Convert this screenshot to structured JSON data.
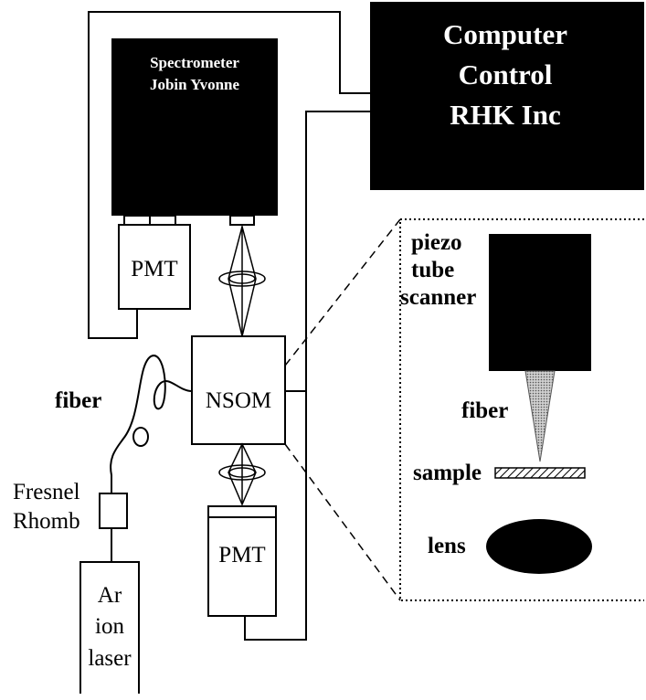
{
  "spectrometer": {
    "line1": "Spectrometer",
    "line2": "Jobin Yvonne"
  },
  "computer": {
    "line1": "Computer",
    "line2": "Control",
    "line3": "RHK Inc"
  },
  "pmt_top": {
    "label": "PMT"
  },
  "pmt_bottom": {
    "label": "PMT"
  },
  "nsom": {
    "label": "NSOM"
  },
  "fiber_left": {
    "label": "fiber"
  },
  "fresnel": {
    "line1": "Fresnel",
    "line2": "Rhomb"
  },
  "laser": {
    "line1": "Ar",
    "line2": "ion",
    "line3": "laser"
  },
  "inset": {
    "scanner_line1": "piezo",
    "scanner_line2": "tube",
    "scanner_line3": "scanner",
    "fiber": "fiber",
    "sample": "sample",
    "lens": "lens"
  },
  "colors": {
    "ink": "#000000",
    "paper": "#ffffff",
    "tip": "#9a9a9a"
  }
}
